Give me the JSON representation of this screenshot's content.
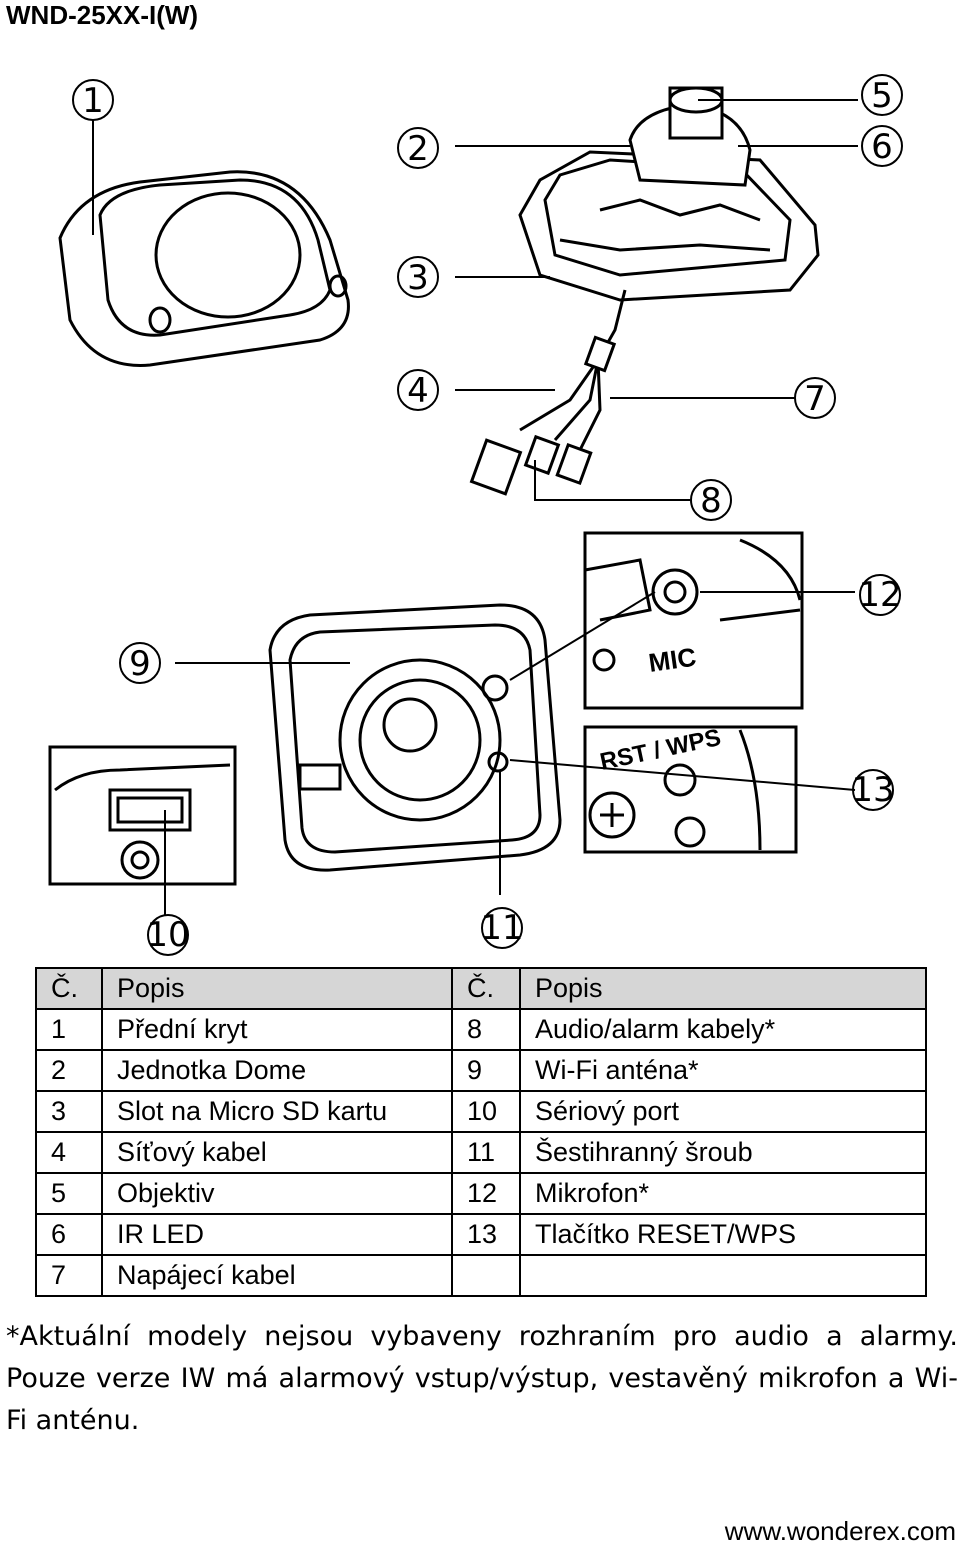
{
  "header": {
    "model": "WND-25XX-I(W)"
  },
  "callouts": [
    "1",
    "2",
    "3",
    "4",
    "5",
    "6",
    "7",
    "8",
    "9",
    "10",
    "11",
    "12",
    "13"
  ],
  "inset_labels": {
    "mic": "MIC",
    "reset": "RST / WPS"
  },
  "table": {
    "headers": {
      "col1": "Č.",
      "col2": "Popis",
      "col3": "Č.",
      "col4": "Popis"
    },
    "rows": [
      {
        "n1": "1",
        "d1": "Přední kryt",
        "n2": "8",
        "d2": "Audio/alarm kabely*"
      },
      {
        "n1": "2",
        "d1": "Jednotka Dome",
        "n2": "9",
        "d2": "Wi-Fi anténa*"
      },
      {
        "n1": "3",
        "d1": "Slot na Micro SD kartu",
        "n2": "10",
        "d2": "Sériový port"
      },
      {
        "n1": "4",
        "d1": "Síťový kabel",
        "n2": "11",
        "d2": "Šestihranný šroub"
      },
      {
        "n1": "5",
        "d1": "Objektiv",
        "n2": "12",
        "d2": "Mikrofon*"
      },
      {
        "n1": "6",
        "d1": "IR LED",
        "n2": "13",
        "d2": "Tlačítko RESET/WPS"
      },
      {
        "n1": "7",
        "d1": "Napájecí kabel",
        "n2": "",
        "d2": ""
      }
    ]
  },
  "note": {
    "line1": "*Aktuální modely nejsou vybaveny rozhraním pro audio a alarmy.",
    "rest": "Pouze verze IW má alarmový vstup/výstup, vestavěný mikrofon a Wi-Fi anténu."
  },
  "footer": {
    "url": "www.wonderex.com"
  }
}
